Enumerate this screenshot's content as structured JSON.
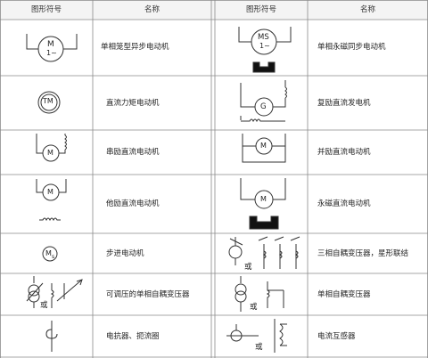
{
  "table": {
    "headers": [
      "图形符号",
      "名称",
      "图形符号",
      "名称"
    ],
    "left_rows": [
      {
        "symbol": "single-phase-squirrel-cage-motor",
        "motor_label": "M",
        "motor_sublabel": "1~",
        "name": "单相笼型异步电动机"
      },
      {
        "symbol": "dc-torque-motor",
        "motor_label": "TM",
        "name": "直流力矩电动机"
      },
      {
        "symbol": "dc-series-motor",
        "motor_label": "M",
        "name": "串励直流电动机"
      },
      {
        "symbol": "dc-separately-excited-motor",
        "motor_label": "M",
        "name": "他励直流电动机"
      },
      {
        "symbol": "stepper-motor",
        "motor_label": "M",
        "motor_sub": "s",
        "name": "步进电动机"
      },
      {
        "symbol": "adjustable-autotransformer",
        "or_label": "或",
        "name": "可调压的单相自耦变压器"
      },
      {
        "symbol": "reactor",
        "name": "电抗器、扼流圈"
      }
    ],
    "right_rows": [
      {
        "symbol": "single-phase-pm-synchronous-motor",
        "motor_label": "MS",
        "motor_sublabel": "1~",
        "name": "单相永磁同步电动机"
      },
      {
        "symbol": "compound-dc-generator",
        "motor_label": "G",
        "name": "复励直流发电机"
      },
      {
        "symbol": "dc-shunt-motor",
        "motor_label": "M",
        "name": "并励直流电动机"
      },
      {
        "symbol": "pm-dc-motor",
        "motor_label": "M",
        "name": "永磁直流电动机"
      },
      {
        "symbol": "three-phase-autotransformer-star",
        "or_label": "或",
        "name": "三相自耦变压器，星形联结"
      },
      {
        "symbol": "single-phase-autotransformer",
        "or_label": "或",
        "name": "单相自耦变压器"
      },
      {
        "symbol": "current-transformer",
        "or_label": "或",
        "name": "电流互感器"
      }
    ]
  },
  "colors": {
    "header_bg": "#f4f4f4",
    "line": "#333333",
    "grid": "#999999"
  }
}
